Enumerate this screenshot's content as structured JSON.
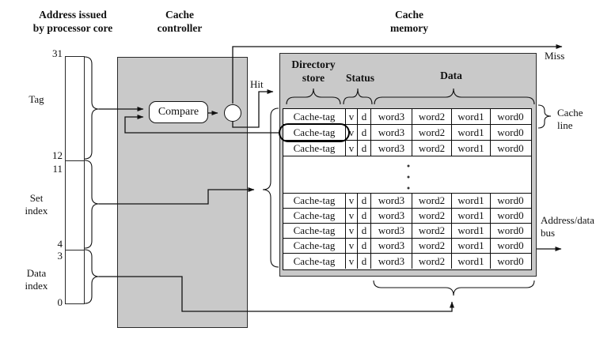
{
  "titles": {
    "address_col": [
      "Address issued",
      "by processor core"
    ],
    "controller_col": [
      "Cache",
      "controller"
    ],
    "memory_col": [
      "Cache",
      "memory"
    ]
  },
  "address_field": {
    "bits": [
      "31",
      "12",
      "11",
      "4",
      "3",
      "0"
    ],
    "tag_label": "Tag",
    "set_label": [
      "Set",
      "index"
    ],
    "data_label": [
      "Data",
      "index"
    ]
  },
  "controller": {
    "compare_label": "Compare"
  },
  "signals": {
    "hit": "Hit",
    "miss": "Miss",
    "cache_line": [
      "Cache",
      "line"
    ],
    "address_bus": [
      "Address/data",
      "bus"
    ]
  },
  "memory": {
    "directory_header": [
      "Directory",
      "store"
    ],
    "status_header": "Status",
    "data_header": "Data",
    "table": {
      "cells": [
        "Cache-tag",
        "v",
        "d",
        "word3",
        "word2",
        "word1",
        "word0"
      ],
      "top_row_count": 3,
      "bottom_row_count": 5,
      "highlighted_row": 2
    }
  },
  "colors": {
    "panel_gray": "#c9c9c9",
    "line": "#111111"
  }
}
